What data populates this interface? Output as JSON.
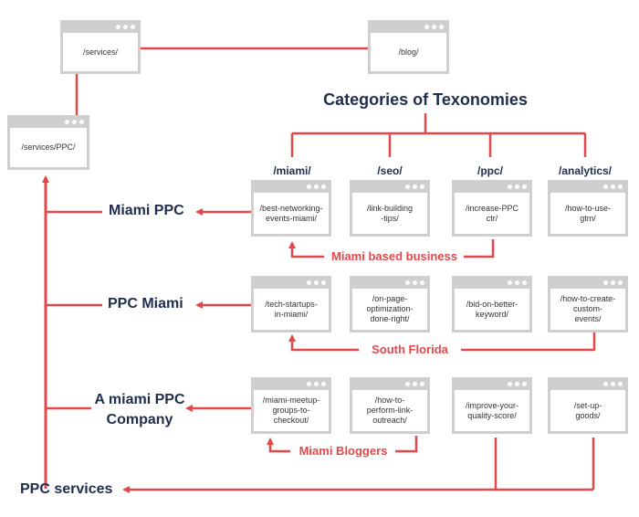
{
  "colors": {
    "line": "#e4474a",
    "title": "#1f2d4f",
    "window_border": "#cfcfcf",
    "group_label": "#e4474a"
  },
  "icons": {
    "window_controls": "three-dot-window-icon",
    "arrow": "arrow-head-icon"
  },
  "title": "Categories of Texonomies",
  "pages": {
    "services": "/services/",
    "blog": "/blog/",
    "services_ppc": "/services/PPC/"
  },
  "categories": [
    "/miami/",
    "/seo/",
    "/ppc/",
    "/analytics/"
  ],
  "posts": {
    "row1": [
      "/best-networking-\nevents-miami/",
      "/link-building\n-tips/",
      "/increase-PPC\nctr/",
      "/how-to-use-\ngtm/"
    ],
    "row2": [
      "/tech-startups-\nin-miami/",
      "/on-page-\noptimization-\ndone-right/",
      "/bid-on-better-\nkeyword/",
      "/how-to-create-\ncustom-\nevents/"
    ],
    "row3": [
      "/miami-meetup-\ngroups-to-\ncheckout/",
      "/how-to-\nperform-link-\noutreach/",
      "/improve-your-\nquality-score/",
      "/set-up-\ngoods/"
    ]
  },
  "keywords": {
    "row1": "Miami PPC",
    "row2": "PPC Miami",
    "row3_line1": "A miami PPC",
    "row3_line2": "Company",
    "bottom": "PPC services"
  },
  "groups": {
    "row1": "Miami based business",
    "row2": "South Florida",
    "row3": "Miami Bloggers"
  }
}
